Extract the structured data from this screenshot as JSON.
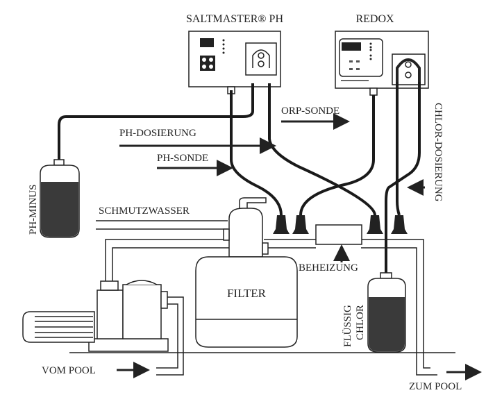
{
  "units": {
    "ph_controller": "SALTMASTER® PH",
    "redox_controller": "REDOX"
  },
  "labels": {
    "ph_dosing": "PH-DOSIERUNG",
    "ph_probe": "PH-SONDE",
    "orp_probe": "ORP-SONDE",
    "chlorine_dosing": "CHLOR-DOSIERUNG",
    "ph_minus": "PH-MINUS",
    "dirty_water": "SCHMUTZWASSER",
    "heating": "BEHEIZUNG",
    "filter": "FILTER",
    "liquid_chlorine_line1": "FLÜSSIG",
    "liquid_chlorine_line2": "CHLOR",
    "from_pool": "VOM POOL",
    "to_pool": "ZUM POOL"
  },
  "colors": {
    "line": "#222222",
    "liquid": "#3a3a3a"
  }
}
